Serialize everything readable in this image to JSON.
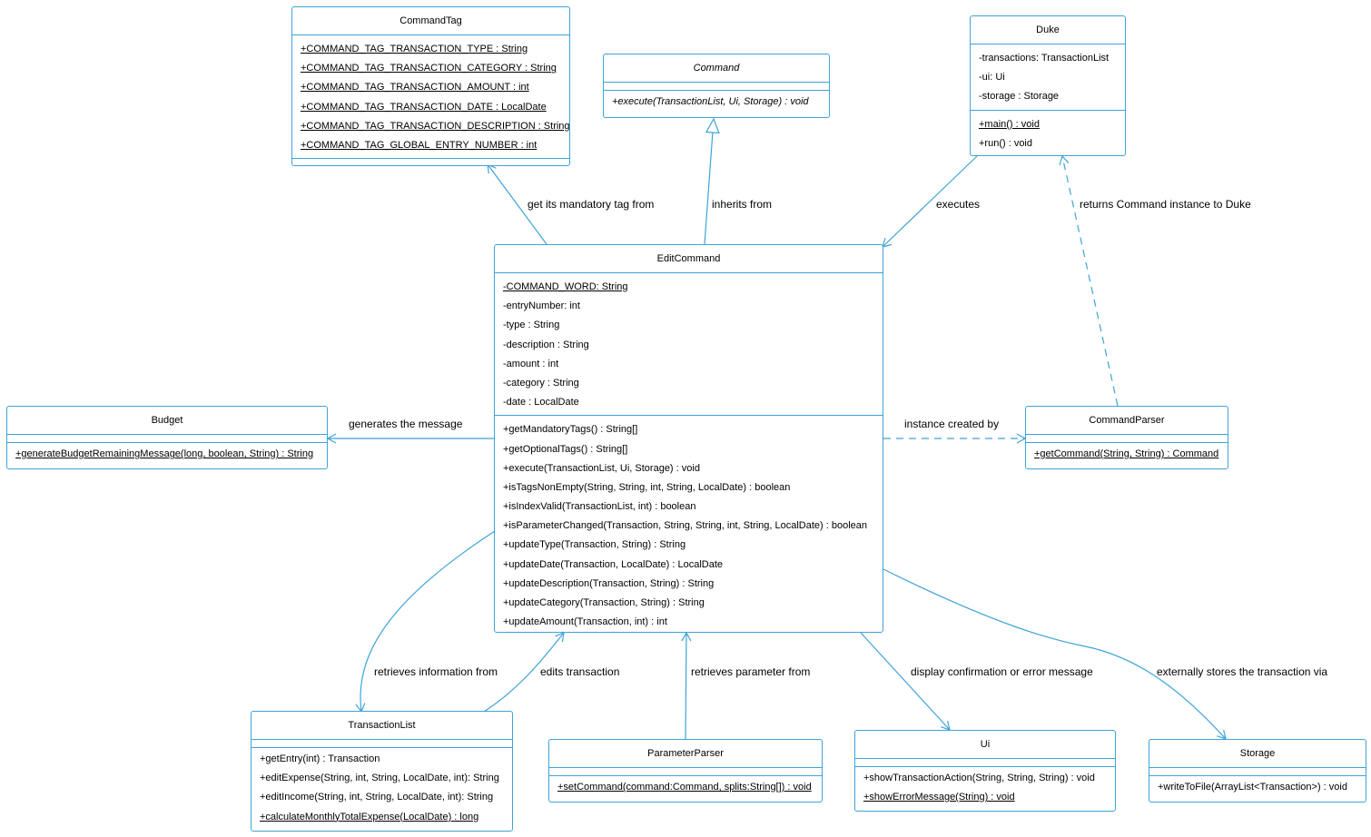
{
  "colors": {
    "line": "#3ea4d6",
    "background": "#ffffff",
    "text": "#000000"
  },
  "classes": {
    "commandtag": {
      "name": "CommandTag",
      "attributes": [
        "+COMMAND_TAG_TRANSACTION_TYPE : String",
        "+COMMAND_TAG_TRANSACTION_CATEGORY : String",
        "+COMMAND_TAG_TRANSACTION_AMOUNT : int",
        "+COMMAND_TAG_TRANSACTION_DATE : LocalDate",
        "+COMMAND_TAG_TRANSACTION_DESCRIPTION : String",
        "+COMMAND_TAG_GLOBAL_ENTRY_NUMBER : int"
      ],
      "methods": []
    },
    "command": {
      "name": "Command",
      "attributes": [],
      "methods": [
        "+execute(TransactionList, Ui, Storage) : void"
      ]
    },
    "duke": {
      "name": "Duke",
      "attributes": [
        "-transactions: TransactionList",
        "-ui: Ui",
        "-storage : Storage"
      ],
      "methods": [
        "+main() : void",
        "+run() : void"
      ]
    },
    "editcommand": {
      "name": "EditCommand",
      "attributes": [
        "-COMMAND_WORD: String",
        "-entryNumber: int",
        "-type : String",
        "-description : String",
        "-amount : int",
        "-category : String",
        "-date : LocalDate"
      ],
      "methods": [
        "+getMandatoryTags() : String[]",
        "+getOptionalTags() : String[]",
        "+execute(TransactionList, Ui, Storage) : void",
        "+isTagsNonEmpty(String, String, int, String, LocalDate) : boolean",
        "+isIndexValid(TransactionList, int) : boolean",
        "+isParameterChanged(Transaction, String, String, int, String, LocalDate) : boolean",
        "+updateType(Transaction, String) : String",
        "+updateDate(Transaction, LocalDate) : LocalDate",
        "+updateDescription(Transaction, String) : String",
        "+updateCategory(Transaction, String) : String",
        "+updateAmount(Transaction, int) : int"
      ]
    },
    "budget": {
      "name": "Budget",
      "attributes": [],
      "methods": [
        "+generateBudgetRemainingMessage(long, boolean, String) : String"
      ]
    },
    "commandparser": {
      "name": "CommandParser",
      "attributes": [],
      "methods": [
        "+getCommand(String, String) : Command"
      ]
    },
    "transactionlist": {
      "name": "TransactionList",
      "attributes": [],
      "methods": [
        "+getEntry(int) : Transaction",
        "+editExpense(String, int, String, LocalDate, int): String",
        "+editIncome(String, int, String, LocalDate, int): String",
        "+calculateMonthlyTotalExpense(LocalDate) : long"
      ]
    },
    "parameterparser": {
      "name": "ParameterParser",
      "attributes": [],
      "methods": [
        "+setCommand(command:Command, splits:String[]) : void"
      ]
    },
    "ui": {
      "name": "Ui",
      "attributes": [],
      "methods": [
        "+showTransactionAction(String, String, String) : void",
        "+showErrorMessage(String) : void"
      ]
    },
    "storage": {
      "name": "Storage",
      "attributes": [],
      "methods": [
        "+writeToFile(ArrayList<Transaction>) : void"
      ]
    }
  },
  "relations": {
    "get_tag": "get its mandatory tag from",
    "inherits": "inherits from",
    "executes": "executes",
    "returns": "returns Command instance to Duke",
    "generates": "generates the message",
    "created_by": "instance created by",
    "retrieves_info": "retrieves information from",
    "edits": "edits transaction",
    "retrieves_param": "retrieves parameter from",
    "display": "display confirmation or error message",
    "stores": "externally stores the transaction via"
  }
}
